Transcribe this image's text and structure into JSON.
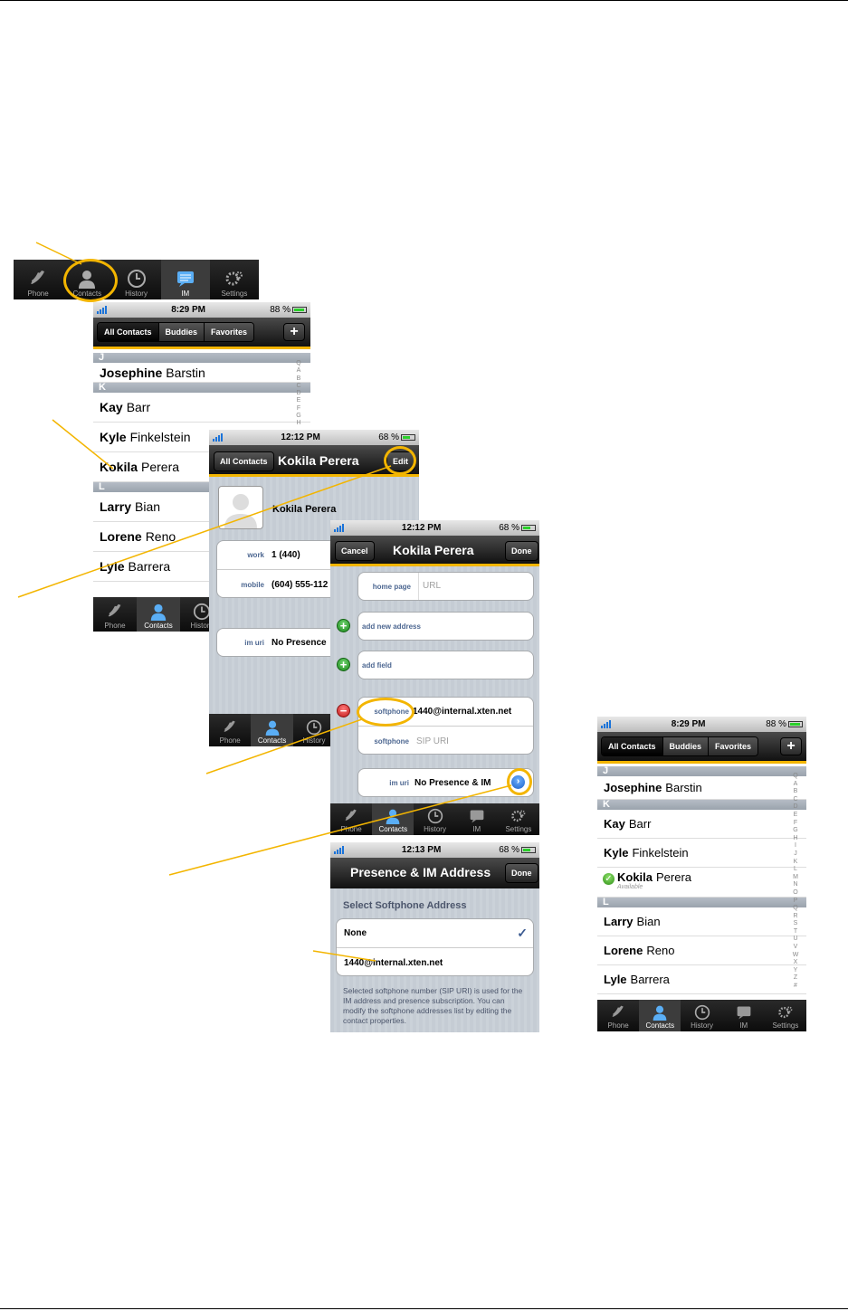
{
  "tabs": {
    "phone": "Phone",
    "contacts": "Contacts",
    "history": "History",
    "im": "IM",
    "settings": "Settings"
  },
  "contacts_list": {
    "status_time": "8:29 PM",
    "battery": "88 %",
    "segments": [
      "All Contacts",
      "Buddies",
      "Favorites"
    ],
    "plus": "+",
    "section_j": "J",
    "section_k": "K",
    "section_l": "L",
    "rows": [
      {
        "first": "Josephine",
        "last": "Barstin"
      },
      {
        "first": "Kay",
        "last": "Barr"
      },
      {
        "first": "Kyle",
        "last": "Finkelstein"
      },
      {
        "first": "Kokila",
        "last": "Perera"
      },
      {
        "first": "Larry",
        "last": "Bian"
      },
      {
        "first": "Lorene",
        "last": "Reno"
      },
      {
        "first": "Lyle",
        "last": "Barrera"
      }
    ],
    "presence": "Available",
    "index": [
      "Q",
      "A",
      "B",
      "C",
      "D",
      "E",
      "F",
      "G",
      "H",
      "I",
      "J",
      "K",
      "L",
      "M",
      "N",
      "O",
      "P",
      "Q",
      "R",
      "S",
      "T",
      "U",
      "V",
      "W",
      "X",
      "Y",
      "Z",
      "#"
    ],
    "index_short": [
      "Q",
      "A",
      "B",
      "C",
      "D",
      "E",
      "F",
      "G",
      "H"
    ]
  },
  "contact_detail": {
    "status_time": "12:12 PM",
    "battery": "68 %",
    "back": "All Contacts",
    "title": "Kokila Perera",
    "edit": "Edit",
    "name": "Kokila Perera",
    "work_label": "work",
    "work_value": "1 (440)",
    "mobile_label": "mobile",
    "mobile_value": "(604) 555-112",
    "im_label": "im uri",
    "im_value": "No Presence"
  },
  "contact_edit": {
    "status_time": "12:12 PM",
    "battery": "68 %",
    "cancel": "Cancel",
    "title": "Kokila Perera",
    "done": "Done",
    "homepage_label": "home page",
    "homepage_placeholder": "URL",
    "add_address": "add new address",
    "add_field": "add field",
    "softphone_label": "softphone",
    "softphone_value": "1440@internal.xten.net",
    "softphone2_label": "softphone",
    "softphone2_placeholder": "SIP URI",
    "im_label": "im uri",
    "im_value": "No Presence & IM"
  },
  "presence_screen": {
    "status_time": "12:13 PM",
    "battery": "68 %",
    "title": "Presence & IM Address",
    "done": "Done",
    "section": "Select Softphone Address",
    "option_none": "None",
    "option_addr": "1440@internal.xten.net",
    "check": "✓",
    "note": "Selected softphone number (SIP URI) is used for the IM address and presence subscription. You can modify the softphone addresses list by editing the contact properties."
  }
}
